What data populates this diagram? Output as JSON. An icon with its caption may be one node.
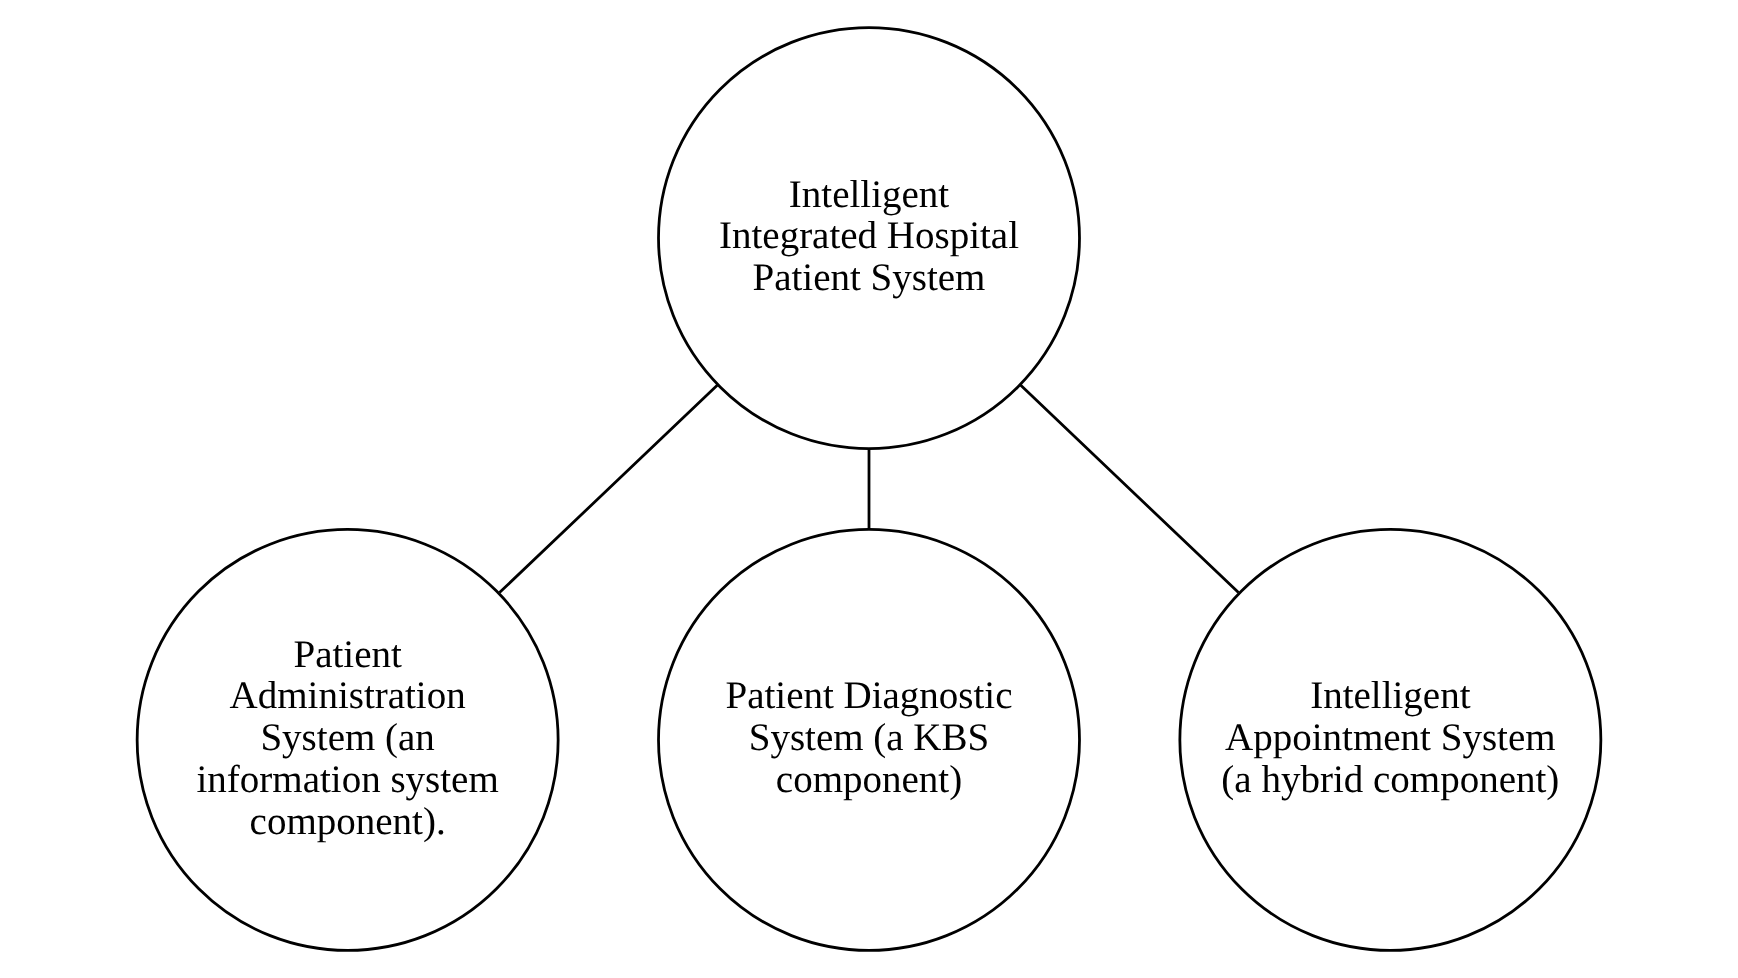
{
  "diagram": {
    "nodes": [
      {
        "text": [
          "Intelligent Integrated Hospital Patient System"
        ]
      },
      {
        "text": [
          "Patient Administration System (an information system component)."
        ]
      },
      {
        "text": [
          "Patient Diagnostic System (a KBS component)"
        ]
      },
      {
        "text": [
          "Intelligent Appointment System (a hybrid component)"
        ]
      }
    ],
    "edges": [
      {
        "from": 0,
        "to": 1,
        "arrow": "none"
      },
      {
        "from": 0,
        "to": 2,
        "arrow": "none"
      },
      {
        "from": 0,
        "to": 3,
        "arrow": "none"
      }
    ]
  }
}
